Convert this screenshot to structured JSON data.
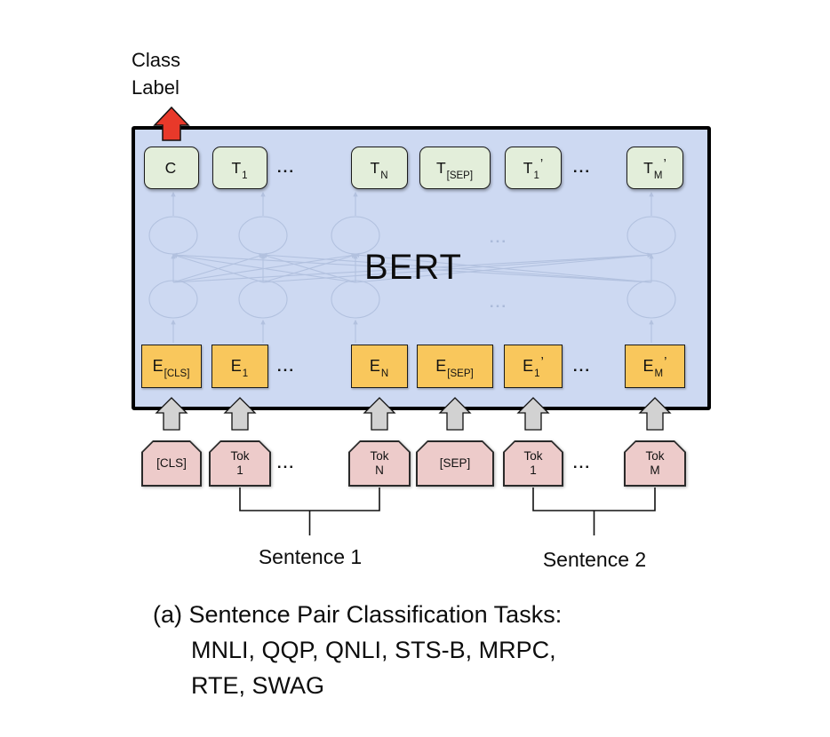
{
  "diagram": {
    "class_label_line1": "Class",
    "class_label_line2": "Label",
    "model_name": "BERT",
    "ellipsis": "...",
    "sentence1_label": "Sentence 1",
    "sentence2_label": "Sentence 2"
  },
  "outputs": [
    {
      "main": "C"
    },
    {
      "main": "T",
      "sub": "1"
    },
    {
      "dots": "..."
    },
    {
      "main": "T",
      "sub": "N"
    },
    {
      "main": "T",
      "sub": "[SEP]"
    },
    {
      "main": "T",
      "sub": "1",
      "prime": "’"
    },
    {
      "dots": "..."
    },
    {
      "main": "T",
      "sub": "M",
      "prime": "’"
    }
  ],
  "embeddings": [
    {
      "main": "E",
      "sub": "[CLS]"
    },
    {
      "main": "E",
      "sub": "1"
    },
    {
      "dots": "..."
    },
    {
      "main": "E",
      "sub": "N"
    },
    {
      "main": "E",
      "sub": "[SEP]"
    },
    {
      "main": "E",
      "sub": "1",
      "prime": "’"
    },
    {
      "dots": "..."
    },
    {
      "main": "E",
      "sub": "M",
      "prime": "’"
    }
  ],
  "inputs": [
    {
      "line1": "[CLS]"
    },
    {
      "line1": "Tok",
      "line2": "1"
    },
    {
      "dots": "..."
    },
    {
      "line1": "Tok",
      "line2": "N"
    },
    {
      "line1": "[SEP]"
    },
    {
      "line1": "Tok",
      "line2": "1"
    },
    {
      "dots": "..."
    },
    {
      "line1": "Tok",
      "line2": "M"
    }
  ],
  "caption": {
    "line1": "(a) Sentence Pair Classification Tasks:",
    "line2": "MNLI, QQP, QNLI, STS-B, MRPC,",
    "line3": "RTE, SWAG"
  },
  "colors": {
    "bert_box_fill": "#cdd9f2",
    "bert_box_border": "#000000",
    "output_box_fill": "#e3eeda",
    "embedding_box_fill": "#f9c75c",
    "token_box_fill": "#edcbca",
    "class_arrow_fill": "#e8392a",
    "input_arrow_fill": "#d2d2d2",
    "net_line_color": "#8ea2c6"
  }
}
